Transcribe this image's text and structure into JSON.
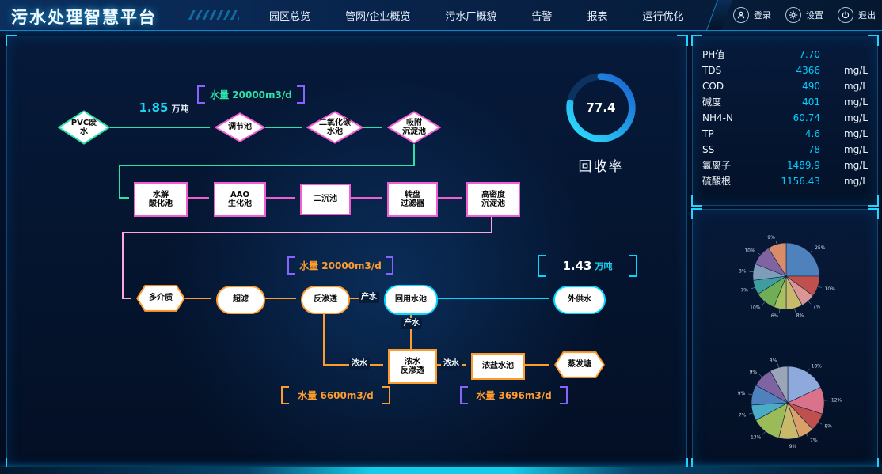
{
  "header": {
    "app_title": "污水处理智慧平台",
    "nav": [
      "园区总览",
      "管网/企业概览",
      "污水厂概貌",
      "告警",
      "报表",
      "运行优化"
    ],
    "actions": {
      "login": "登录",
      "settings": "设置",
      "logout": "退出"
    }
  },
  "flow": {
    "labels": {
      "inflow_amount": "1.85",
      "inflow_unit": "万吨",
      "outflow_amount": "1.43",
      "outflow_unit": "万吨",
      "volume_top": "水量 20000m3/d",
      "volume_mid": "水量 20000m3/d",
      "volume_bottom_left": "水量 6600m3/d",
      "volume_bottom_right": "水量 3696m3/d",
      "product_water_1": "产水",
      "product_water_2": "产水",
      "concentrate_1": "浓水",
      "concentrate_2": "浓水"
    },
    "nodes": {
      "pvc": "PVC废\n水",
      "regulating": "调节池",
      "co2": "二氧化碳\n水池",
      "adsorption": "吸附\n沉淀池",
      "hydrolysis": "水解\n酸化池",
      "aao": "AAO\n生化池",
      "secondary": "二沉池",
      "disc_filter": "转盘\n过滤器",
      "high_density": "高密度\n沉淀池",
      "multimedia": "多介质",
      "ultrafiltration": "超滤",
      "reverse_osmosis": "反渗透",
      "reuse_pool": "回用水池",
      "external_supply": "外供水",
      "concentrate_ro": "浓水\n反渗透",
      "brine_pool": "浓盐水池",
      "evaporation_pond": "蒸发塘"
    }
  },
  "gauge": {
    "value": "77.4",
    "label": "回收率"
  },
  "water_quality": {
    "rows": [
      {
        "param": "PH值",
        "value": "7.70",
        "unit": ""
      },
      {
        "param": "TDS",
        "value": "4366",
        "unit": "mg/L"
      },
      {
        "param": "COD",
        "value": "490",
        "unit": "mg/L"
      },
      {
        "param": "碱度",
        "value": "401",
        "unit": "mg/L"
      },
      {
        "param": "NH4-N",
        "value": "60.74",
        "unit": "mg/L"
      },
      {
        "param": "TP",
        "value": "4.6",
        "unit": "mg/L"
      },
      {
        "param": "SS",
        "value": "78",
        "unit": "mg/L"
      },
      {
        "param": "氯离子",
        "value": "1489.9",
        "unit": "mg/L"
      },
      {
        "param": "硫酸根",
        "value": "1156.43",
        "unit": "mg/L"
      }
    ]
  },
  "chart_data": [
    {
      "type": "pie",
      "title": "",
      "values": [
        25,
        10,
        7,
        8,
        6,
        10,
        7,
        8,
        10,
        9
      ],
      "colors": [
        "#4f81bd",
        "#c0504d",
        "#d99694",
        "#c9b96a",
        "#a8c05f",
        "#6fae54",
        "#3e9e9e",
        "#7f9db9",
        "#8064a2",
        "#d98c6a"
      ],
      "legend_position": "none"
    },
    {
      "type": "pie",
      "title": "",
      "values": [
        18,
        12,
        8,
        7,
        9,
        13,
        7,
        9,
        9,
        8
      ],
      "colors": [
        "#8ea9db",
        "#d9728a",
        "#c0504d",
        "#d9a06a",
        "#c9b96a",
        "#9bbb59",
        "#4bacc6",
        "#4f81bd",
        "#8064a2",
        "#9aa5b8"
      ],
      "legend_position": "none"
    }
  ],
  "colors": {
    "accent_cyan": "#00d8ff",
    "accent_green": "#2de2a6",
    "accent_pink": "#ef5fd3",
    "accent_orange": "#ff9c2e",
    "accent_purple": "#8a63ff",
    "value_text": "#00cfff"
  }
}
